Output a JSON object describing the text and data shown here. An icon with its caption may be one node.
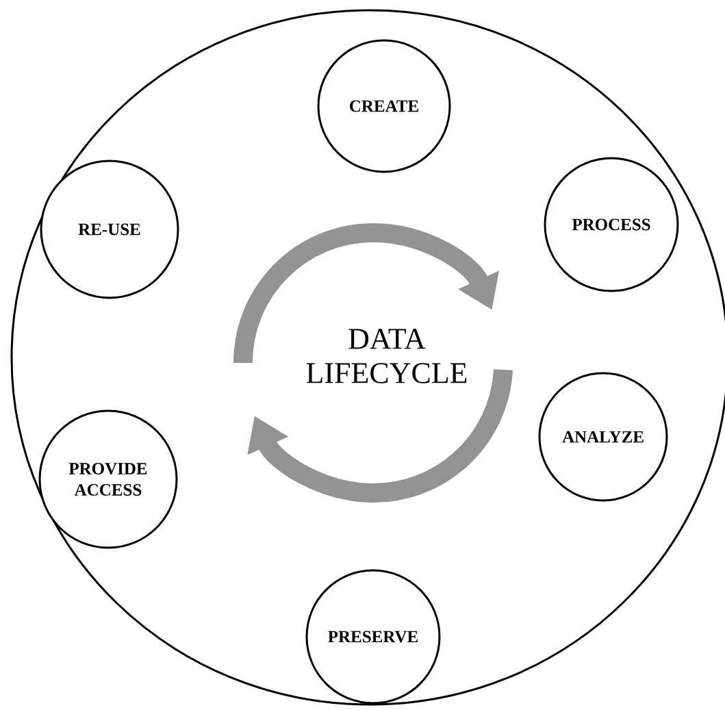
{
  "diagram": {
    "nodes": [
      {
        "text": [
          "DATA LIFECYCLE"
        ]
      },
      {
        "text": [
          "CREATE"
        ],
        "in": 0
      },
      {
        "text": [
          "PROCESS"
        ],
        "in": 0
      },
      {
        "text": [
          "ANALYZE"
        ],
        "in": 0
      },
      {
        "text": [
          "PRESERVE"
        ],
        "in": 0
      },
      {
        "text": [
          "PROVIDE ACCESS"
        ],
        "in": 0
      },
      {
        "text": [
          "RE-USE"
        ],
        "in": 0
      }
    ]
  }
}
